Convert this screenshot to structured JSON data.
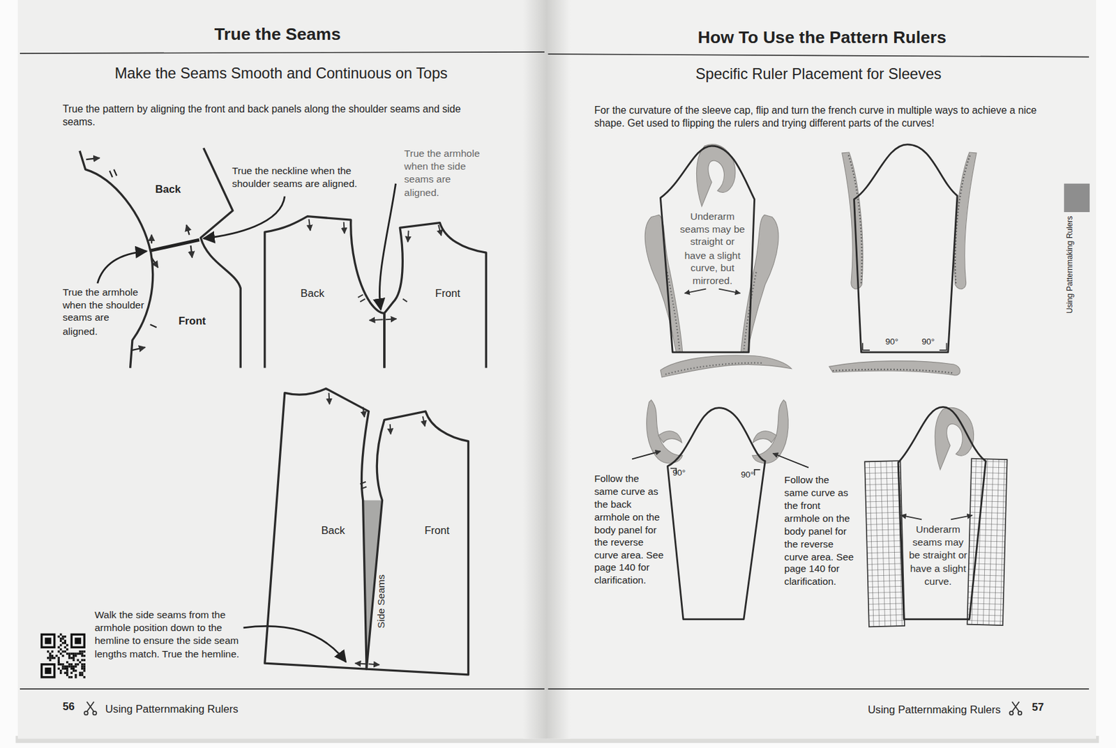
{
  "diagram": {
    "nodes": [
      {
        "text": [
          "Back"
        ]
      },
      {
        "text": [
          "Front"
        ]
      },
      {
        "text": [
          "Back"
        ]
      },
      {
        "text": [
          "Front"
        ]
      },
      {
        "text": [
          "Back"
        ]
      },
      {
        "text": [
          "Front"
        ]
      },
      {
        "text": [
          "Underarm seams may be straight or have a slight curve, but mirrored."
        ]
      },
      {
        "text": [
          "90°",
          "90°"
        ]
      },
      {
        "text": [
          "90°",
          "90°"
        ]
      },
      {
        "text": [
          "Underarm seams may be straight or have a slight curve."
        ]
      }
    ],
    "labels": [
      "True the Seams",
      "Make the Seams Smooth and Continuous on Tops",
      "True the pattern by aligning the front and back panels along the shoulder seams and side seams.",
      "True the neckline when the shoulder seams are aligned.",
      "True the armhole when the side seams are aligned.",
      "True the armhole when the shoulder seams are aligned.",
      "Side Seams",
      "Walk the side seams from the armhole position down to the hemline to ensure the side seam lengths match. True the hemline.",
      "56",
      "Using Patternmaking Rulers",
      "How To Use the Pattern Rulers",
      "Specific Ruler Placement for Sleeves",
      "For the curvature of the sleeve cap, flip and turn the french curve in multiple ways to achieve a nice shape. Get used to flipping the rulers and trying different parts of the curves!",
      "Follow the same curve as the back armhole on the body panel for the reverse curve area. See page 140 for clarification.",
      "Follow the same curve as the front armhole on the body panel for the reverse curve area. See page 140 for clarification.",
      "Using Patternmaking Rulers",
      "Using Patternmaking Rulers",
      "57"
    ]
  }
}
